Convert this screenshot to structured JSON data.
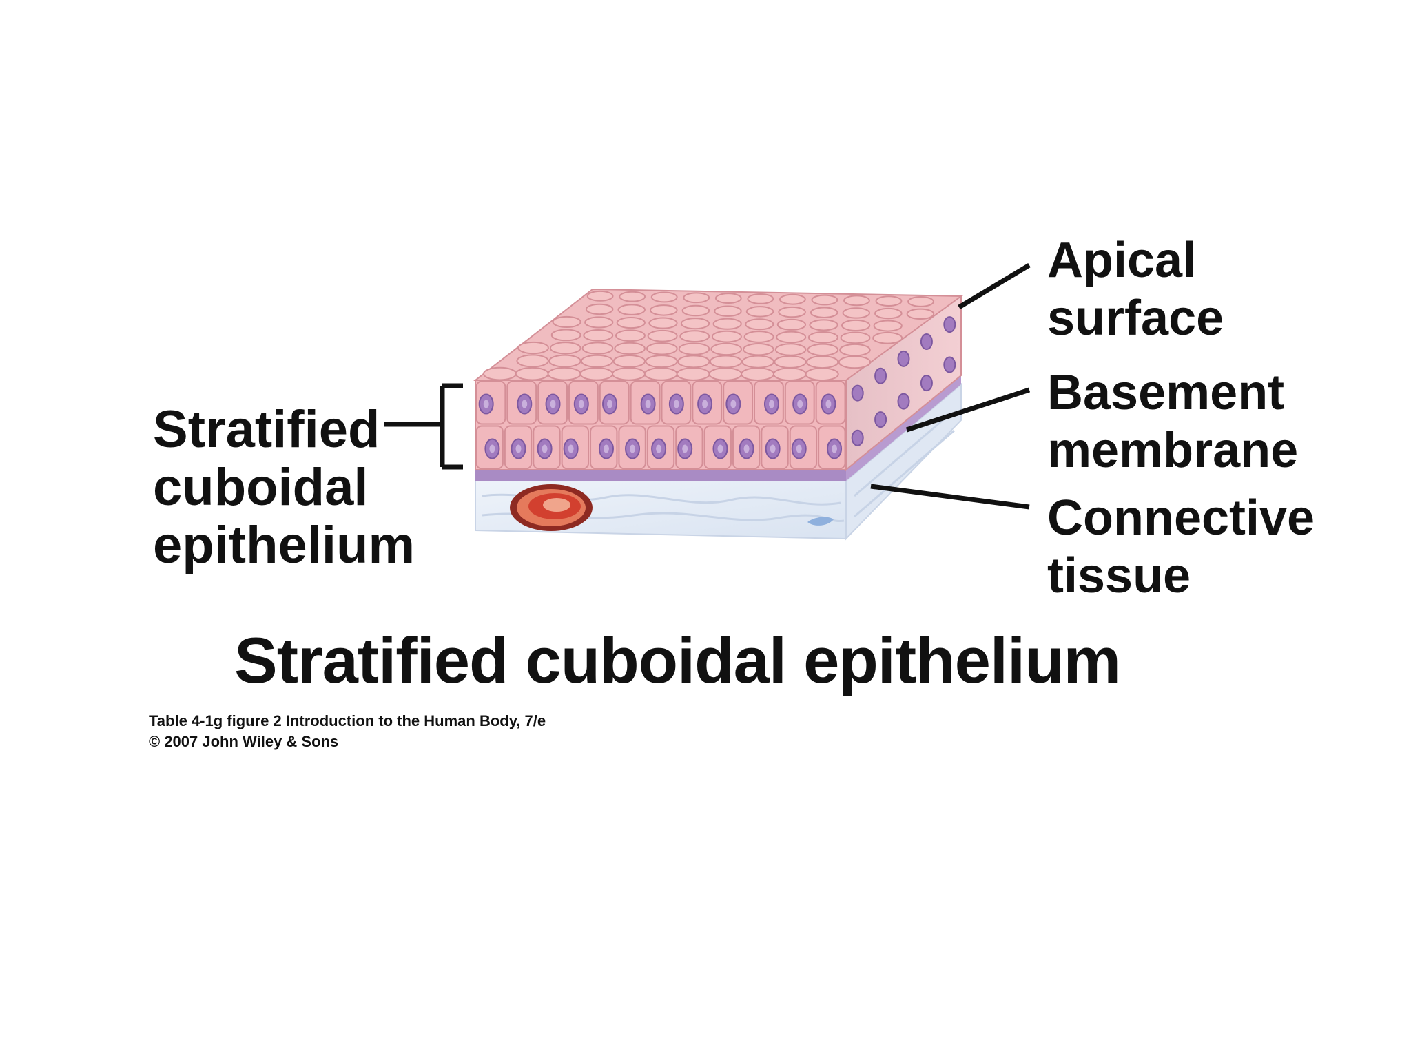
{
  "labels": {
    "left": [
      "Stratified",
      "cuboidal",
      "epithelium"
    ],
    "apical": [
      "Apical",
      "surface"
    ],
    "basement": [
      "Basement",
      "membrane"
    ],
    "connective": [
      "Connective",
      "tissue"
    ]
  },
  "title": "Stratified cuboidal epithelium",
  "credit": {
    "line1": "Table 4-1g figure 2  Introduction to the Human Body, 7/e",
    "line2": "© 2007 John Wiley & Sons"
  },
  "colors": {
    "cell_fill": "#f1b8bd",
    "cell_top": "#f4c4c6",
    "cell_border": "#d48f97",
    "nucleus": "#a27bbf",
    "basement": "#a98bc4",
    "connective": "#e8eef7",
    "vessel": "#d2402f",
    "line": "#111111"
  }
}
